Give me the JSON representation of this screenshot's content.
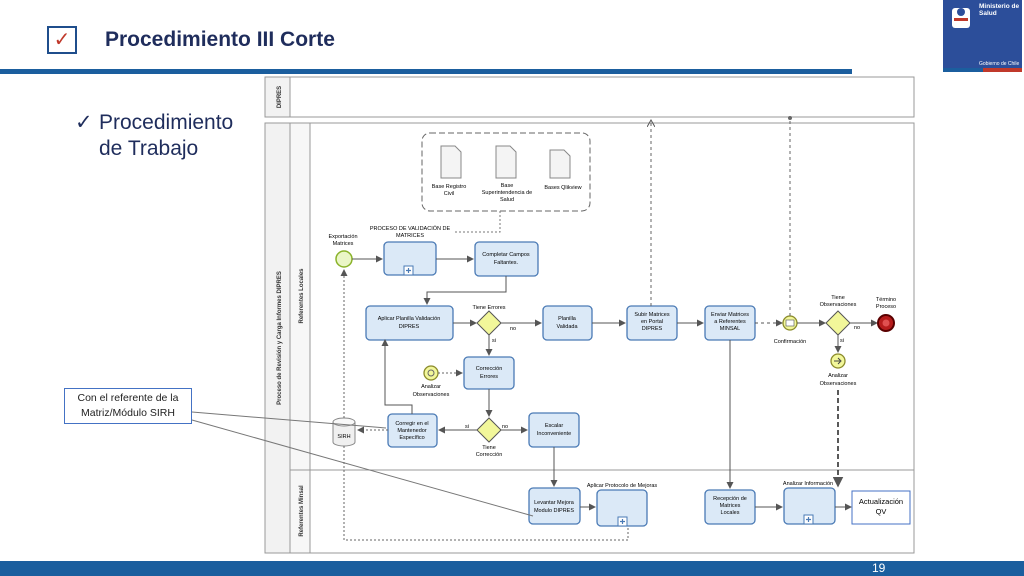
{
  "slide": {
    "title": "Procedimiento III Corte",
    "bullet_line1": "Procedimiento",
    "bullet_line2": "de Trabajo",
    "callout_line1": "Con el referente de la",
    "callout_line2": "Matriz/Módulo SIRH",
    "page_number": "19"
  },
  "logo": {
    "line1": "Ministerio de",
    "line2": "Salud",
    "line3": "Gobierno de Chile"
  },
  "diagram": {
    "pool_dipres": "DIPRES",
    "pool_main": "Proceso de Revisión y Carga Informes DIPRES",
    "lane_locales": "Referentes Locales",
    "lane_minsal": "Referentes Minsal",
    "data_objects": [
      {
        "line1": "Base Registro",
        "line2": "Civil",
        "line3": ""
      },
      {
        "line1": "Base",
        "line2": "Superintendencia de",
        "line3": "Salud"
      },
      {
        "line1": "Bases Qlikview",
        "line2": "",
        "line3": ""
      }
    ],
    "start_label1": "Exportación",
    "start_label2": "Matrices",
    "subprocess_validacion1": "PROCESO DE VALIDACIÓN DE",
    "subprocess_validacion2": "MATRICES",
    "completar1": "Completar Campos",
    "completar2": "Faltantes.",
    "aplicar1": "Aplicar Planilla Validación",
    "aplicar2": "DIPRES",
    "tiene_errores": "Tiene Errores",
    "no": "no",
    "si": "si",
    "planilla1": "Planilla",
    "planilla2": "Validada",
    "subir1": "Subir Matrices",
    "subir2": "en Portal",
    "subir3": "DIPRES",
    "enviar1": "Enviar Matrices",
    "enviar2": "a Referentes",
    "enviar3": "MINSAL",
    "confirmacion": "Confirmación",
    "tiene_obs1": "Tiene",
    "tiene_obs2": "Observaciones",
    "termino1": "Término",
    "termino2": "Proceso",
    "analizar_obs1": "Analizar",
    "analizar_obs2": "Observaciones",
    "correccion1": "Corrección",
    "correccion2": "Errores",
    "corregir1": "Corregir en el",
    "corregir2": "Mantenedor",
    "corregir3": "Específico",
    "sirh": "SIRH",
    "tiene_corr1": "Tiene",
    "tiene_corr2": "Corrección",
    "escalar1": "Escalar",
    "escalar2": "Inconveniente",
    "aplicar_protocolo": "Aplicar Protocolo de Mejoras",
    "levantar1": "Levantar Mejora",
    "levantar2": "Modulo DIPRES",
    "recepcion1": "Recepción de",
    "recepcion2": "Matrices",
    "recepcion3": "Locales",
    "analizar_info": "Analizar Información",
    "actualizacion1": "Actualización",
    "actualizacion2": "QV"
  },
  "colors": {
    "title": "#1f2d5c",
    "rule": "#1b5e9e",
    "logo_bg": "#2c4e9a",
    "task_fill": "#dbe9f7",
    "task_stroke": "#4a7ab5",
    "gateway_fill": "#f2f79a",
    "end_event": "#b71c1c"
  }
}
